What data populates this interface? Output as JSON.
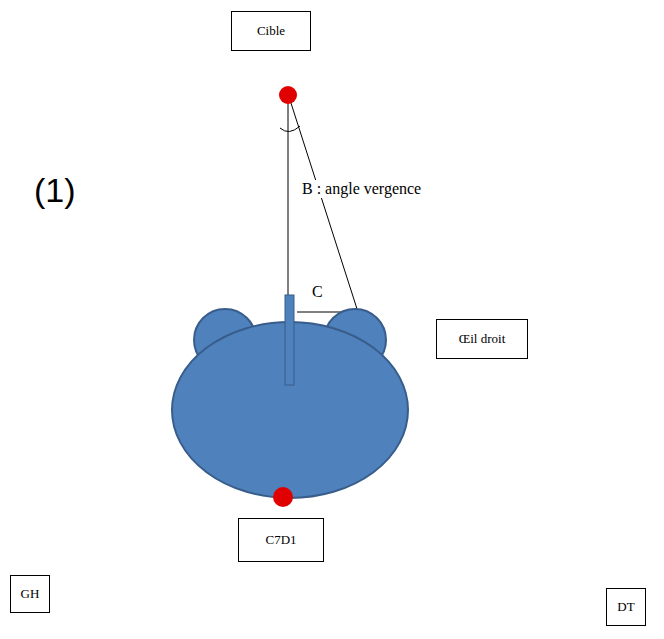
{
  "diagram": {
    "nodes": [
      {
        "text": [
          "Cible"
        ]
      },
      {
        "text": [
          "Œil droit"
        ]
      },
      {
        "text": [
          "C7D1"
        ]
      },
      {
        "text": [
          "GH"
        ]
      },
      {
        "text": [
          "DT"
        ]
      }
    ],
    "labels": [
      "(1)",
      "B : angle vergence",
      "C"
    ]
  }
}
